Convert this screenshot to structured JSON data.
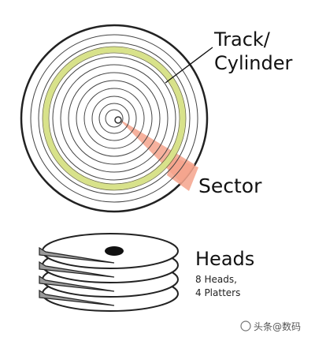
{
  "labels": {
    "track_line1": "Track/",
    "track_line2": "Cylinder",
    "sector": "Sector",
    "heads": "Heads",
    "heads_count": "8 Heads,",
    "platters_count": "4 Platters"
  },
  "watermark": "头条@数码",
  "colors": {
    "track_ring": "#d8e28a",
    "sector_wedge": "#f4a38c",
    "stroke": "#333333",
    "platter_fill": "#ffffff",
    "arm_fill": "#9a9a9a",
    "spindle": "#111111"
  }
}
